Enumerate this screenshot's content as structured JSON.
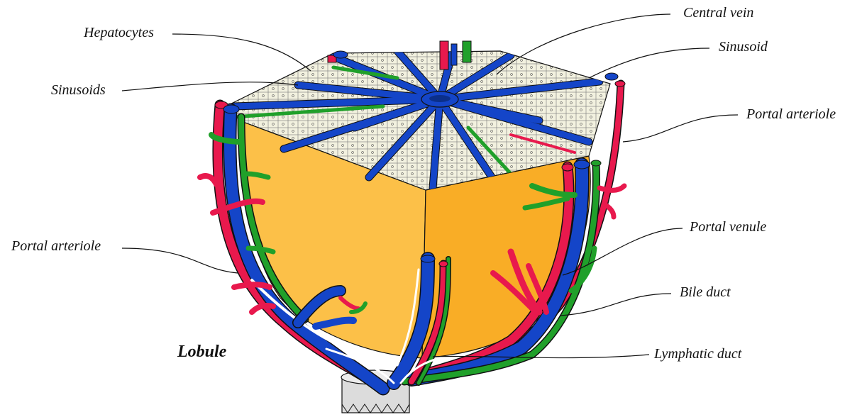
{
  "diagram": {
    "title": "Lobule",
    "labels": {
      "central_vein": "Central vein",
      "hepatocytes": "Hepatocytes",
      "sinusoid": "Sinusoid",
      "sinusoids": "Sinusoids",
      "portal_arteriole_right": "Portal arteriole",
      "portal_arteriole_left": "Portal arteriole",
      "portal_venule": "Portal venule",
      "bile_duct": "Bile duct",
      "lymphatic_duct": "Lymphatic duct"
    }
  },
  "colors": {
    "artery": "#e8194d",
    "vein": "#1445c8",
    "bile": "#20a02a",
    "lymph": "#ffffff",
    "lobule_left": "#fcc048",
    "lobule_right": "#f9ad26",
    "hepatocyte": "#f2f1df",
    "outline": "#111111"
  }
}
